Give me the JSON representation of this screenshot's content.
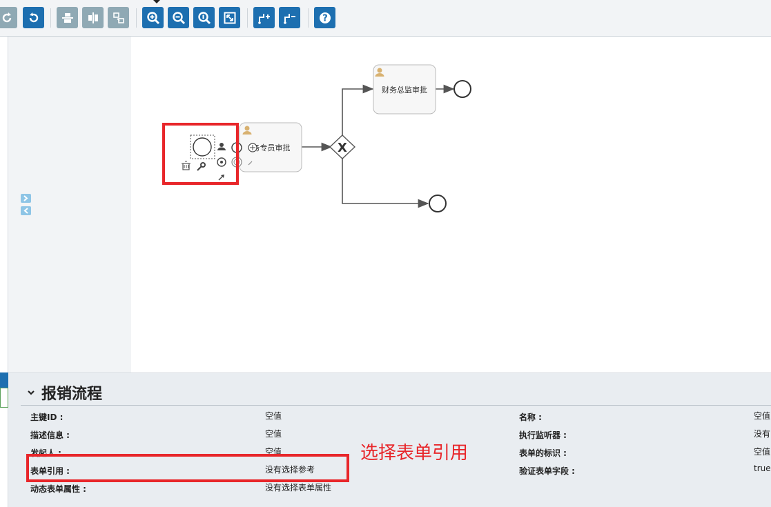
{
  "toolbar": {
    "buttons": [
      {
        "name": "redo-button",
        "icon": "redo-icon",
        "style": "gray"
      },
      {
        "name": "undo-button",
        "icon": "undo-icon",
        "style": "blue"
      },
      {
        "name": "align-horizontal-button",
        "icon": "align-horizontal-icon",
        "style": "gray"
      },
      {
        "name": "align-vertical-button",
        "icon": "align-vertical-icon",
        "style": "gray"
      },
      {
        "name": "same-size-button",
        "icon": "same-size-icon",
        "style": "gray"
      },
      {
        "name": "zoom-in-button",
        "icon": "zoom-in-icon",
        "style": "blue"
      },
      {
        "name": "zoom-out-button",
        "icon": "zoom-out-icon",
        "style": "blue"
      },
      {
        "name": "zoom-actual-button",
        "icon": "zoom-actual-icon",
        "style": "blue"
      },
      {
        "name": "zoom-fit-button",
        "icon": "zoom-fit-icon",
        "style": "blue"
      },
      {
        "name": "add-bendpoint-button",
        "icon": "add-bendpoint-icon",
        "style": "blue"
      },
      {
        "name": "remove-bendpoint-button",
        "icon": "remove-bendpoint-icon",
        "style": "blue"
      },
      {
        "name": "help-button",
        "icon": "help-icon",
        "style": "blue"
      }
    ]
  },
  "diagram": {
    "task1_label": "务专员审批",
    "task2_label": "财务总监审批",
    "gateway_symbol": "X"
  },
  "properties": {
    "title": "报销流程",
    "left": [
      {
        "label": "主键ID :",
        "value": "空值"
      },
      {
        "label": "描述信息 :",
        "value": "空值"
      },
      {
        "label": "发起人 :",
        "value": "空值"
      },
      {
        "label": "表单引用 :",
        "value": "没有选择参考"
      },
      {
        "label": "动态表单属性 :",
        "value": "没有选择表单属性"
      }
    ],
    "right": [
      {
        "label": "名称 :",
        "value": "空值"
      },
      {
        "label": "执行监听器 :",
        "value": "没有"
      },
      {
        "label": "表单的标识 :",
        "value": "空值"
      },
      {
        "label": "验证表单字段 :",
        "value": "true"
      }
    ]
  },
  "annotation": {
    "text": "选择表单引用",
    "color": "#e8262a"
  },
  "colors": {
    "accent": "#1d6fb0",
    "disabled": "#8fa9b4",
    "highlight": "#e8262a"
  }
}
